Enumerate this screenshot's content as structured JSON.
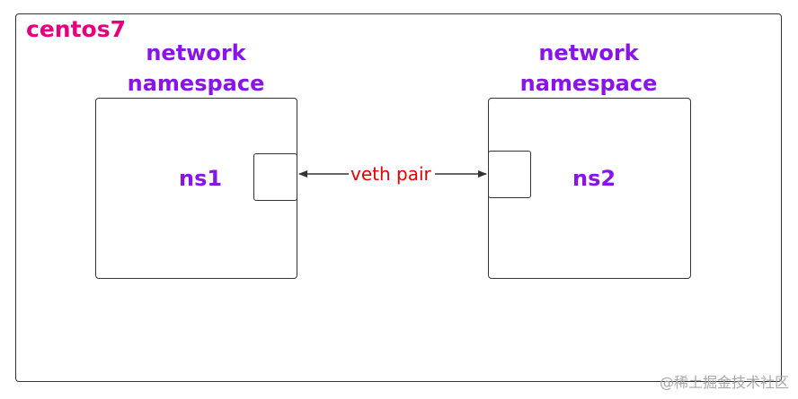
{
  "host": {
    "title": "centos7"
  },
  "namespaces": [
    {
      "caption_line1": "network",
      "caption_line2": "namespace",
      "name": "ns1"
    },
    {
      "caption_line1": "network",
      "caption_line2": "namespace",
      "name": "ns2"
    }
  ],
  "link": {
    "label": "veth pair",
    "color": "#e60000"
  },
  "colors": {
    "host_title": "#e6007e",
    "namespace_text": "#8a14e8",
    "border": "#333333"
  },
  "watermark": "@稀土掘金技术社区"
}
